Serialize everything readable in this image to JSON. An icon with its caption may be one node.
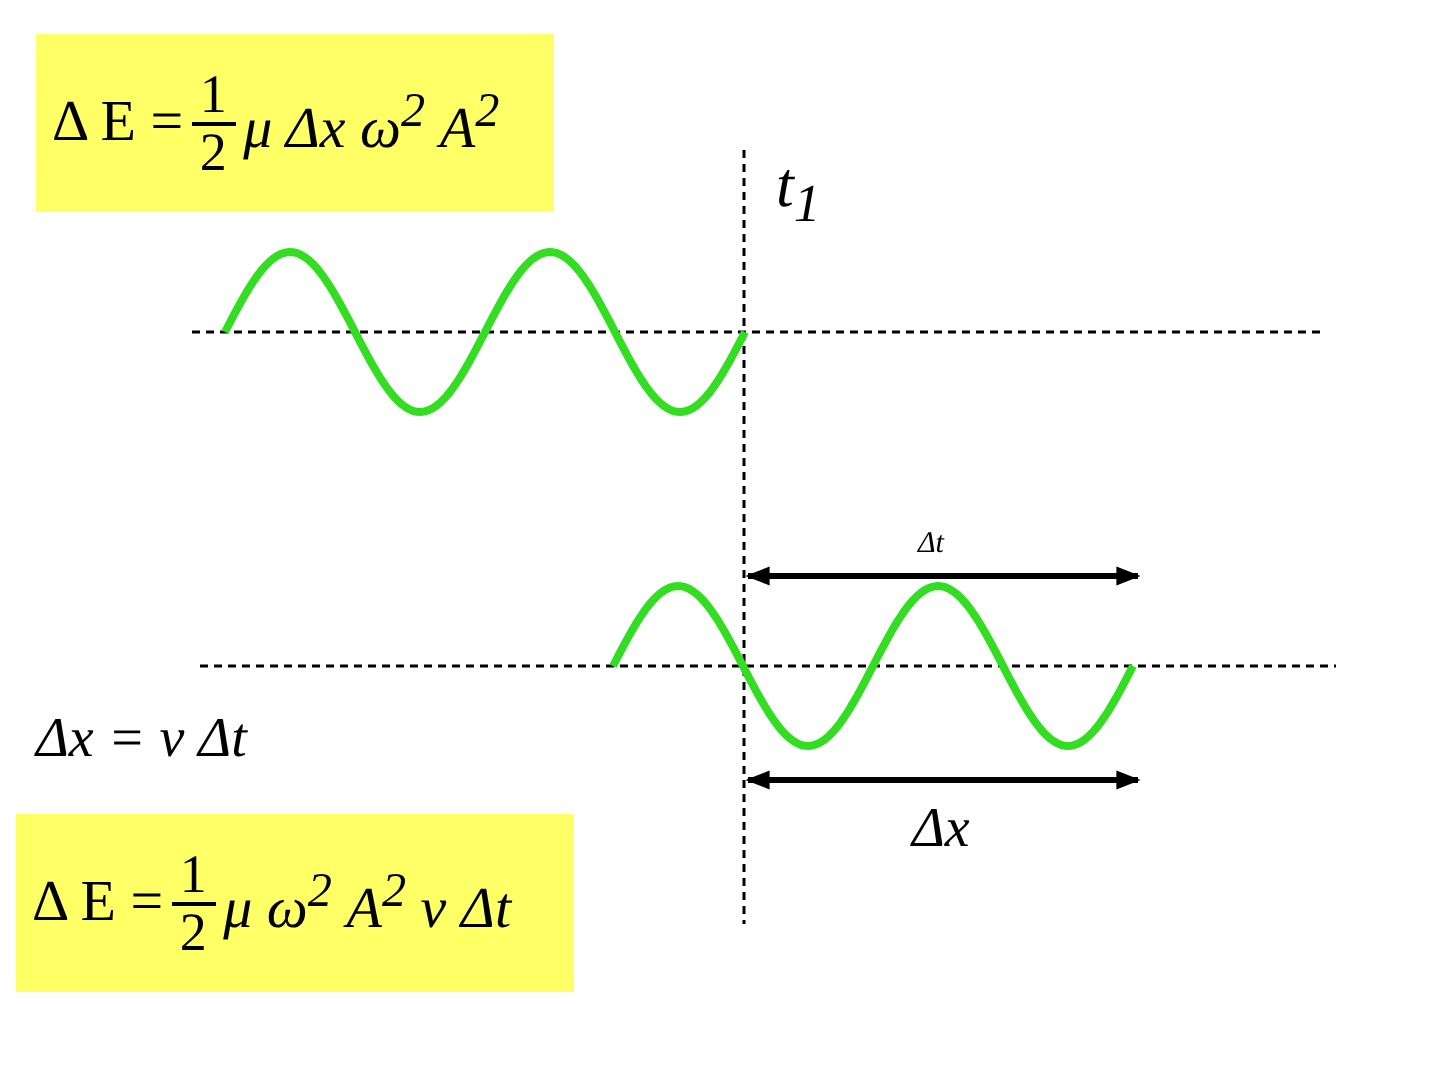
{
  "diagram": {
    "nodes": [
      {
        "text": [
          "Δ E =",
          "1",
          "2",
          "μ Δx ω$^{2}$ A$^{2}$"
        ]
      },
      {
        "text": [
          "Δ E =",
          "1",
          "2",
          "μ ω$^{2}$ A$^{2}$ v Δt"
        ]
      }
    ],
    "edges": [],
    "labels": [
      "t$_{1}$",
      "Δt",
      "Δx = v Δt",
      "Δx"
    ]
  }
}
